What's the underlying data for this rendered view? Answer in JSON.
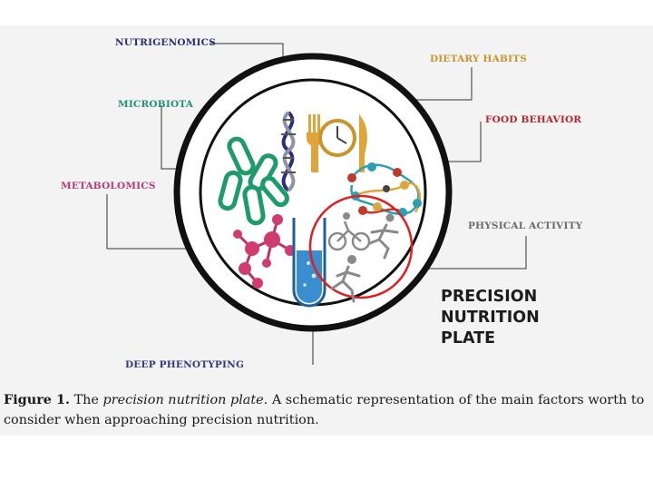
{
  "labels": {
    "nutrigenomics": "NUTRIGENOMICS",
    "dietary_habits": "DIETARY HABITS",
    "microbiota": "MICROBIOTA",
    "food_behavior": "FOOD BEHAVIOR",
    "metabolomics": "METABOLOMICS",
    "physical_activity": "PHYSICAL ACTIVITY",
    "deep_phenotyping": "DEEP PHENOTYPING"
  },
  "colors": {
    "nutrigenomics": "#2b2f7a",
    "dietary_habits": "#c8952c",
    "microbiota": "#239178",
    "food_behavior": "#b8242c",
    "metabolomics": "#b53a78",
    "physical_activity": "#6b6b6b",
    "deep_phenotyping": "#2f3a80",
    "highlight_circle": "#e02020"
  },
  "plate_title": [
    "PRECISION",
    "NUTRITION",
    "PLATE"
  ],
  "caption": {
    "figure_label": "Figure 1.",
    "title_lead": "The",
    "title_italic": "precision nutrition plate.",
    "text": "A schematic representation of the main factors worth to consider when approaching precision nutrition."
  }
}
